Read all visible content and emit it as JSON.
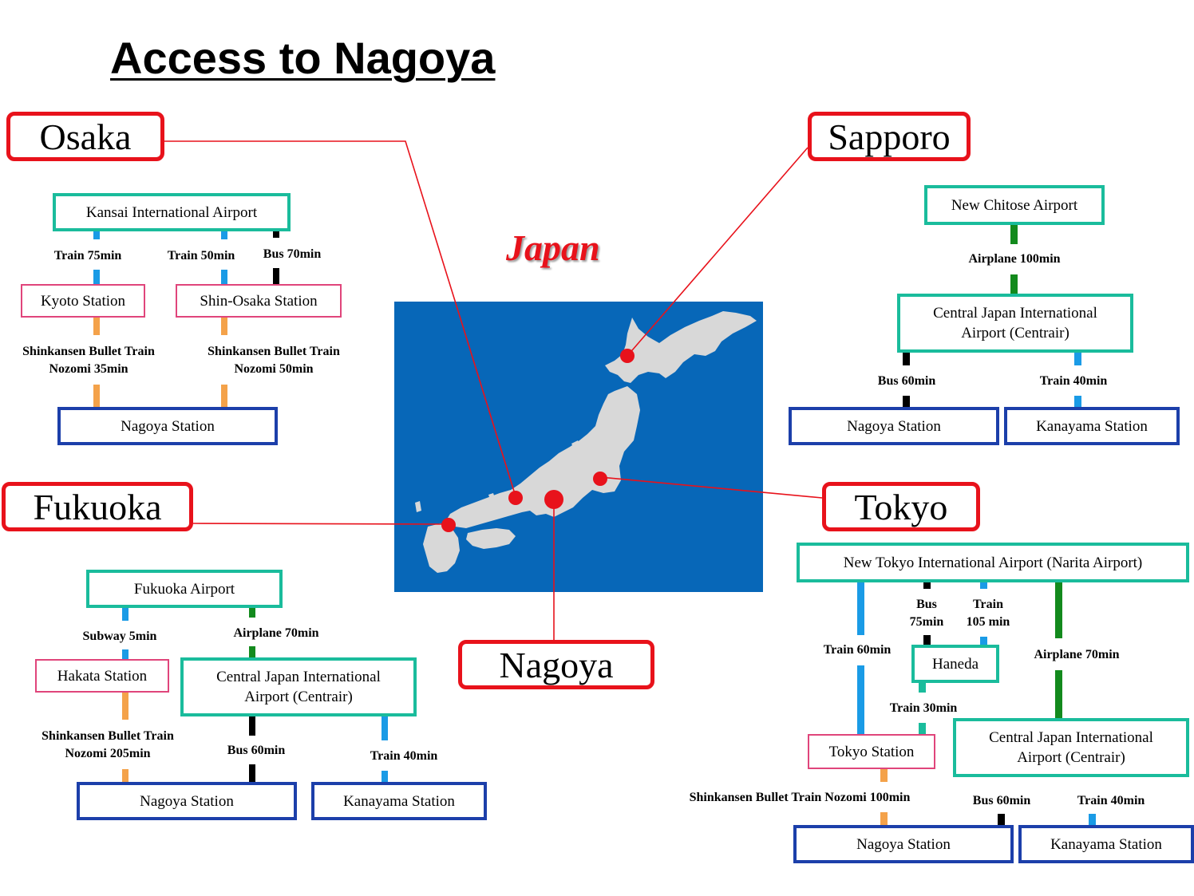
{
  "title": "Access to Nagoya",
  "map_label": "Japan",
  "colors": {
    "city_border": "#e8121b",
    "airport_border": "#1abc9c",
    "station_border": "#e0457b",
    "destination_border": "#1c3faa",
    "map_sea": "#0767b8",
    "map_land": "#d8d8d8",
    "train": "#1a9be6",
    "bus": "#000000",
    "airplane": "#138a1d",
    "shinkansen": "#f4a24a",
    "transfer": "#1abc9c"
  },
  "cities": {
    "osaka": "Osaka",
    "sapporo": "Sapporo",
    "fukuoka": "Fukuoka",
    "tokyo": "Tokyo",
    "nagoya": "Nagoya"
  },
  "osaka": {
    "airport": "Kansai International Airport",
    "kyoto_station": "Kyoto Station",
    "shin_osaka_station": "Shin-Osaka Station",
    "train_75": "Train 75min",
    "train_50": "Train 50min",
    "bus_70": "Bus 70min",
    "shinkansen_kyoto": [
      "Shinkansen Bullet Train",
      "Nozomi 35min"
    ],
    "shinkansen_shin_osaka": [
      "Shinkansen Bullet Train",
      "Nozomi 50min"
    ],
    "nagoya_station": "Nagoya Station"
  },
  "sapporo": {
    "airport": "New Chitose Airport",
    "airplane_100": "Airplane 100min",
    "centrair": [
      "Central Japan International",
      "Airport (Centrair)"
    ],
    "bus_60": "Bus 60min",
    "train_40": "Train 40min",
    "nagoya_station": "Nagoya Station",
    "kanayama_station": "Kanayama Station"
  },
  "fukuoka": {
    "airport": "Fukuoka Airport",
    "subway_5": "Subway 5min",
    "airplane_70": "Airplane 70min",
    "hakata_station": "Hakata Station",
    "centrair": [
      "Central Japan International",
      "Airport (Centrair)"
    ],
    "shinkansen": [
      "Shinkansen Bullet Train",
      "Nozomi 205min"
    ],
    "bus_60": "Bus 60min",
    "train_40": "Train 40min",
    "nagoya_station": "Nagoya Station",
    "kanayama_station": "Kanayama Station"
  },
  "tokyo": {
    "airport": "New Tokyo International Airport (Narita Airport)",
    "bus_75": [
      "Bus",
      "75min"
    ],
    "train_105": [
      "Train",
      "105 min"
    ],
    "train_60": "Train 60min",
    "haneda": "Haneda",
    "airplane_70": "Airplane 70min",
    "train_30": "Train 30min",
    "tokyo_station": "Tokyo Station",
    "centrair": [
      "Central Japan International",
      "Airport (Centrair)"
    ],
    "shinkansen": "Shinkansen Bullet Train Nozomi 100min",
    "bus_60": "Bus 60min",
    "train_40": "Train 40min",
    "nagoya_station": "Nagoya Station",
    "kanayama_station": "Kanayama Station"
  }
}
